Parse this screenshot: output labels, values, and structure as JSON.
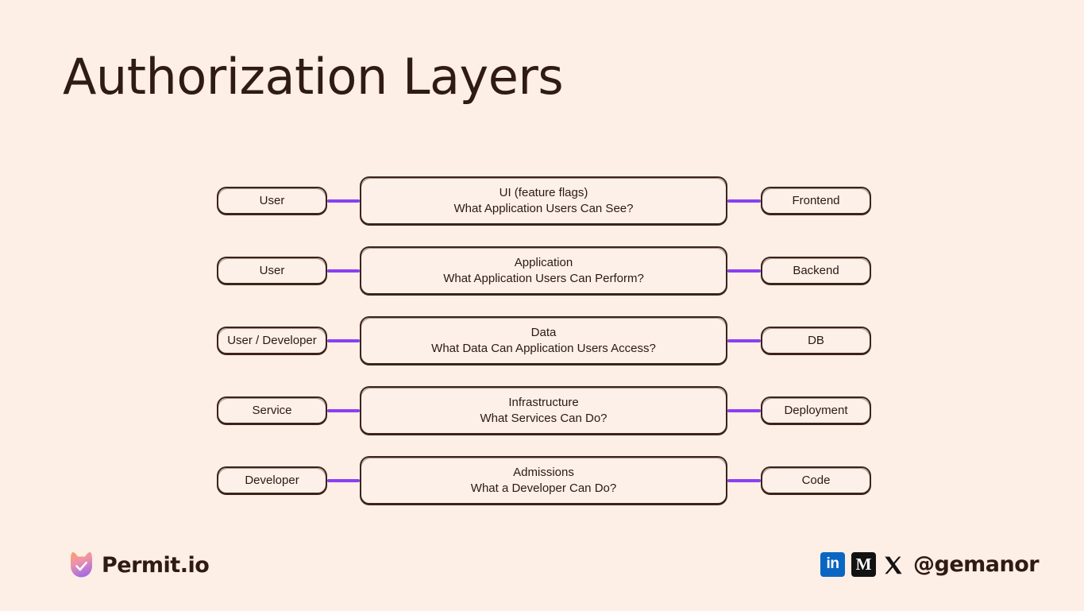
{
  "slide": {
    "title": "Authorization Layers",
    "background_color": "#fdeee6",
    "text_color": "#2f1b12",
    "connector_color": "#8b3ff0"
  },
  "diagram": {
    "rows": [
      {
        "actor": "User",
        "layer_title": "UI (feature flags)",
        "layer_question": "What Application Users Can See?",
        "target": "Frontend"
      },
      {
        "actor": "User",
        "layer_title": "Application",
        "layer_question": "What Application Users Can Perform?",
        "target": "Backend"
      },
      {
        "actor": "User / Developer",
        "layer_title": "Data",
        "layer_question": "What Data Can Application Users Access?",
        "target": "DB"
      },
      {
        "actor": "Service",
        "layer_title": "Infrastructure",
        "layer_question": "What Services Can Do?",
        "target": "Deployment"
      },
      {
        "actor": "Developer",
        "layer_title": "Admissions",
        "layer_question": "What a Developer Can Do?",
        "target": "Code"
      }
    ]
  },
  "footer": {
    "brand": {
      "name": "Permit.io",
      "mark_icon": "permit-cat-check-icon",
      "gradient_from": "#f7a072",
      "gradient_to": "#b06ee0"
    },
    "socials": {
      "linkedin": {
        "icon": "linkedin-icon",
        "glyph": "in",
        "color": "#0a66c2"
      },
      "medium": {
        "icon": "medium-icon",
        "glyph": "M",
        "color": "#121212"
      },
      "x": {
        "icon": "x-twitter-icon",
        "glyph": "X",
        "color": "#121212"
      },
      "handle": "@gemanor"
    }
  }
}
